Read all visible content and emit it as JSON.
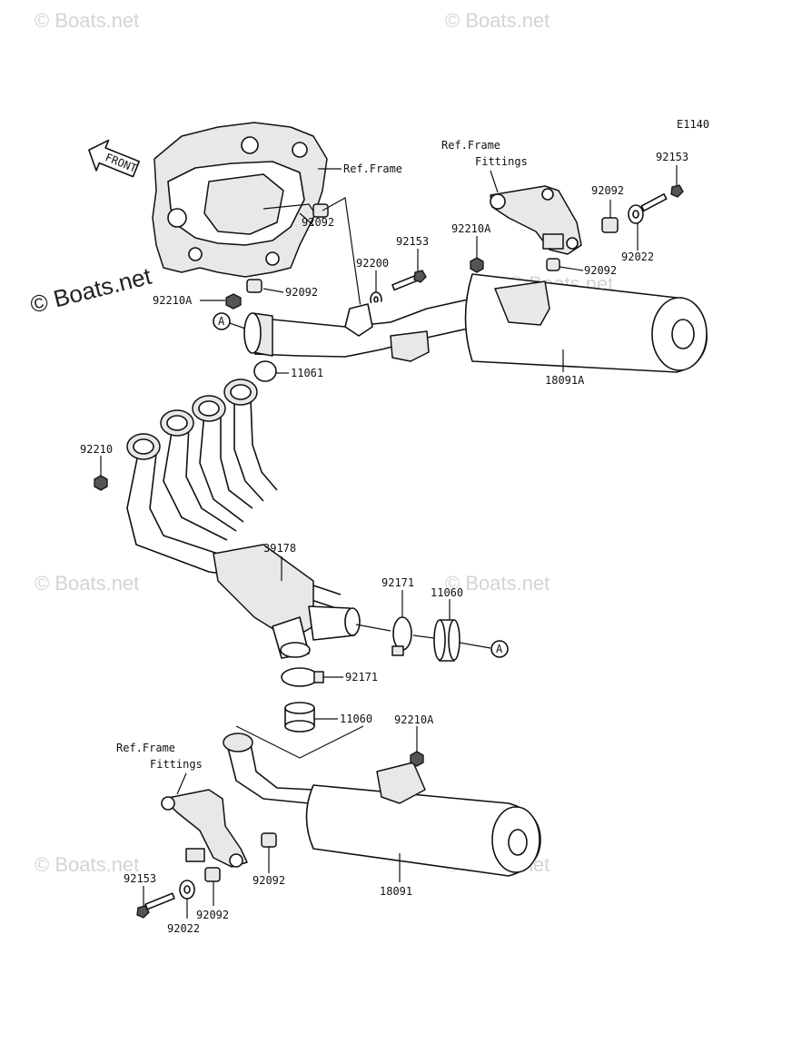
{
  "diagram_code": "E1140",
  "front_label": "FRONT",
  "watermark": "© Boats.net",
  "watermark_prominent": "© Boats.net",
  "ref_frame": "Ref.Frame",
  "ref_frame_fittings_line1": "Ref.Frame",
  "ref_frame_fittings_line2": "Fittings",
  "marker_a": "A",
  "part_numbers": {
    "p92153": "92153",
    "p92092": "92092",
    "p92210A": "92210A",
    "p92200": "92200",
    "p92022": "92022",
    "p18091A": "18091A",
    "p11061": "11061",
    "p92210": "92210",
    "p39178": "39178",
    "p92171": "92171",
    "p11060": "11060",
    "p18091": "18091"
  }
}
